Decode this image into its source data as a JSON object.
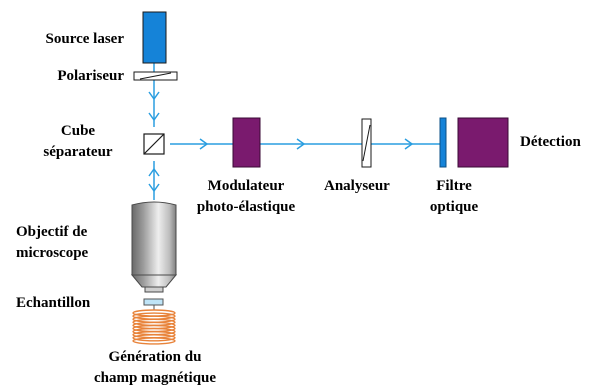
{
  "labels": {
    "source_laser": "Source laser",
    "polariseur": "Polariseur",
    "cube_line1": "Cube",
    "cube_line2": "séparateur",
    "modulateur_line1": "Modulateur",
    "modulateur_line2": "photo-élastique",
    "analyseur": "Analyseur",
    "filtre_line1": "Filtre",
    "filtre_line2": "optique",
    "detection": "Détection",
    "objectif_line1": "Objectif de",
    "objectif_line2": "microscope",
    "echantillon": "Echantillon",
    "generation_line1": "Génération du",
    "generation_line2": "champ magnétique"
  },
  "colors": {
    "laser": "#1583d8",
    "beam": "#2a9ee0",
    "modulator": "#7a1a6e",
    "filter": "#1583d8",
    "coil": "#e8833a",
    "objective_dark": "#707070",
    "objective_light": "#e8e8e8"
  }
}
